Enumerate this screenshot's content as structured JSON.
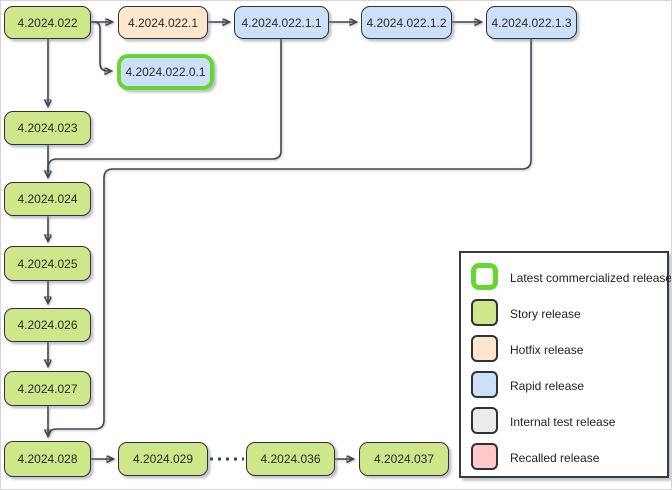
{
  "diagram_type": "release-flowchart",
  "nodes": [
    {
      "id": "4.2024.022",
      "label": "4.2024.022",
      "type": "story"
    },
    {
      "id": "4.2024.022.1",
      "label": "4.2024.022.1",
      "type": "hotfix"
    },
    {
      "id": "4.2024.022.1.1",
      "label": "4.2024.022.1.1",
      "type": "rapid"
    },
    {
      "id": "4.2024.022.1.2",
      "label": "4.2024.022.1.2",
      "type": "rapid"
    },
    {
      "id": "4.2024.022.1.3",
      "label": "4.2024.022.1.3",
      "type": "rapid"
    },
    {
      "id": "4.2024.022.0.1",
      "label": "4.2024.022.0.1",
      "type": "rapid",
      "latest_commercialized": true
    },
    {
      "id": "4.2024.023",
      "label": "4.2024.023",
      "type": "story"
    },
    {
      "id": "4.2024.024",
      "label": "4.2024.024",
      "type": "story"
    },
    {
      "id": "4.2024.025",
      "label": "4.2024.025",
      "type": "story"
    },
    {
      "id": "4.2024.026",
      "label": "4.2024.026",
      "type": "story"
    },
    {
      "id": "4.2024.027",
      "label": "4.2024.027",
      "type": "story"
    },
    {
      "id": "4.2024.028",
      "label": "4.2024.028",
      "type": "story"
    },
    {
      "id": "4.2024.029",
      "label": "4.2024.029",
      "type": "story"
    },
    {
      "id": "4.2024.036",
      "label": "4.2024.036",
      "type": "story"
    },
    {
      "id": "4.2024.037",
      "label": "4.2024.037",
      "type": "story"
    }
  ],
  "edges": [
    {
      "from": "4.2024.022",
      "to": "4.2024.022.1",
      "style": "solid-arrow"
    },
    {
      "from": "4.2024.022",
      "to": "4.2024.022.0.1",
      "style": "solid-arrow"
    },
    {
      "from": "4.2024.022.1",
      "to": "4.2024.022.1.1",
      "style": "solid-arrow"
    },
    {
      "from": "4.2024.022.1.1",
      "to": "4.2024.022.1.2",
      "style": "solid-arrow"
    },
    {
      "from": "4.2024.022.1.2",
      "to": "4.2024.022.1.3",
      "style": "solid-arrow"
    },
    {
      "from": "4.2024.022",
      "to": "4.2024.023",
      "style": "solid-arrow"
    },
    {
      "from": "4.2024.023",
      "to": "4.2024.024",
      "style": "solid-arrow"
    },
    {
      "from": "4.2024.022.1.1",
      "to": "4.2024.024",
      "style": "solid-merge"
    },
    {
      "from": "4.2024.024",
      "to": "4.2024.025",
      "style": "solid-arrow"
    },
    {
      "from": "4.2024.025",
      "to": "4.2024.026",
      "style": "solid-arrow"
    },
    {
      "from": "4.2024.026",
      "to": "4.2024.027",
      "style": "solid-arrow"
    },
    {
      "from": "4.2024.027",
      "to": "4.2024.028",
      "style": "solid-arrow"
    },
    {
      "from": "4.2024.022.1.3",
      "to": "4.2024.028",
      "style": "solid-merge"
    },
    {
      "from": "4.2024.028",
      "to": "4.2024.029",
      "style": "solid-arrow"
    },
    {
      "from": "4.2024.029",
      "to": "4.2024.036",
      "style": "dotted"
    },
    {
      "from": "4.2024.036",
      "to": "4.2024.037",
      "style": "solid-arrow"
    }
  ],
  "legend": {
    "items": [
      {
        "label": "Latest commercialized release",
        "type": "latest"
      },
      {
        "label": "Story release",
        "type": "story"
      },
      {
        "label": "Hotfix release",
        "type": "hotfix"
      },
      {
        "label": "Rapid release",
        "type": "rapid"
      },
      {
        "label": "Internal test release",
        "type": "internal"
      },
      {
        "label": "Recalled release",
        "type": "recalled"
      }
    ]
  },
  "colors": {
    "story_fill": "#cde78a",
    "hotfix_fill": "#ffe6cc",
    "rapid_fill": "#cce0f7",
    "internal_fill": "#ececec",
    "recalled_fill": "#ffc9cc",
    "latest_border": "#65d82d",
    "node_border": "#2e3338",
    "edge_stroke": "#42464d",
    "background": "#ffffff"
  }
}
